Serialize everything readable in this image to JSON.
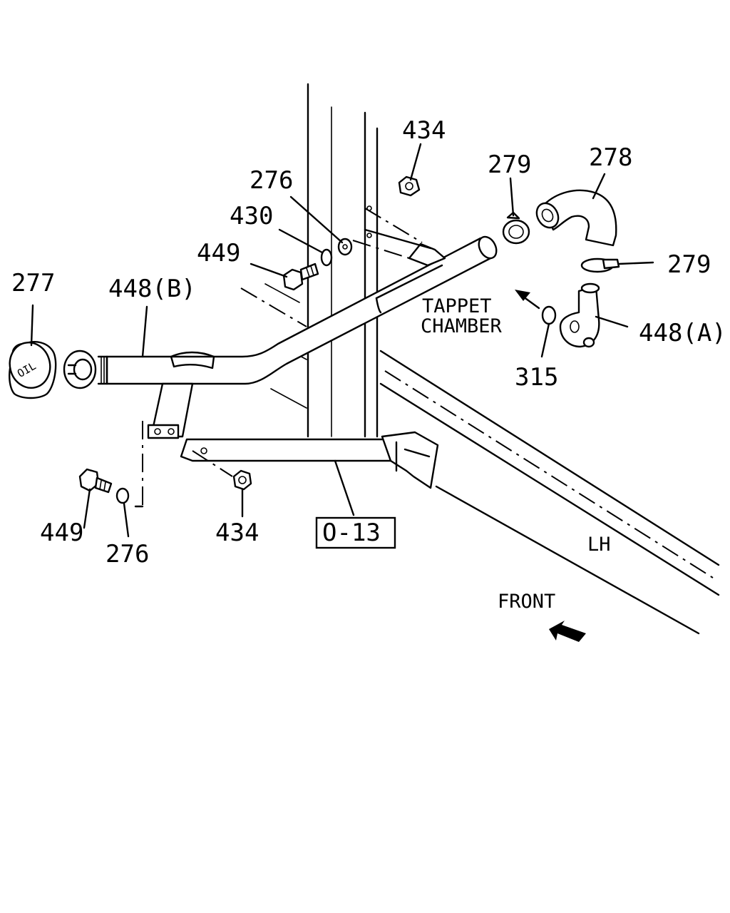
{
  "title": "",
  "callouts": {
    "p277": "277",
    "p448b": "448(B)",
    "p449_top": "449",
    "p430": "430",
    "p276_top": "276",
    "p434_top": "434",
    "p279_top": "279",
    "p278": "278",
    "p279_right": "279",
    "p448a": "448(A)",
    "p315": "315",
    "p449_bottom": "449",
    "p276_bottom": "276",
    "p434_bottom": "434"
  },
  "reference_box": "O-13",
  "tags": {
    "tappet_line1": "TAPPET",
    "tappet_line2": "CHAMBER",
    "lh": "LH",
    "front": "FRONT"
  },
  "cap_marking": "OIL",
  "icons": {
    "front_arrow": "arrow-icon",
    "tappet_arrow": "arrow-icon"
  }
}
